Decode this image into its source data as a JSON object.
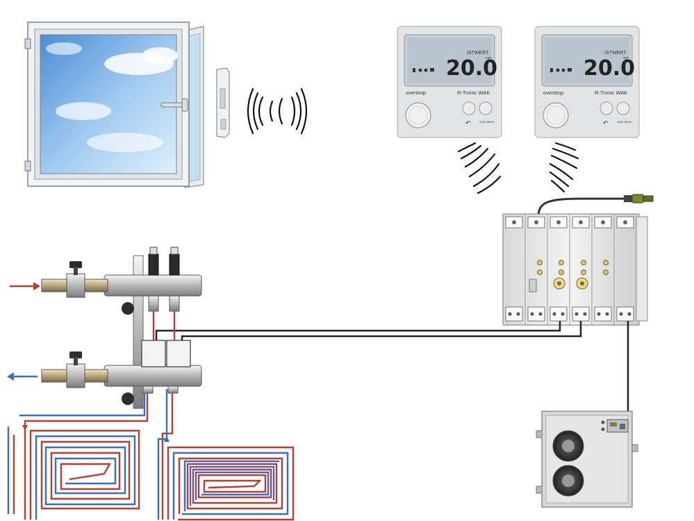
{
  "thermostat_left": {
    "brand": "oventrop",
    "model": "R-Tronic WAK",
    "lcd_small": "ISTWERT",
    "temp": "20.0",
    "unit": "°C",
    "btn_label": "Auto Menu"
  },
  "thermostat_right": {
    "brand": "oventrop",
    "model": "R-Tronic WAK",
    "lcd_small": "ISTWERT",
    "temp": "20.0",
    "unit": "°C",
    "btn_label": "Auto Menu"
  },
  "colors": {
    "supply": "#c0392b",
    "return": "#2e6fd1",
    "wire": "#222222",
    "device": "#e6e6e6",
    "lcd": "#b9c4cc"
  },
  "icons": [
    "window-icon",
    "window-contact-sensor-icon",
    "wireless-signal-icon",
    "room-thermostat-icon",
    "control-unit-icon",
    "distribution-manifold-icon",
    "heat-pump-icon",
    "floor-heating-loop-icon",
    "supply-arrow-icon",
    "return-arrow-icon"
  ]
}
